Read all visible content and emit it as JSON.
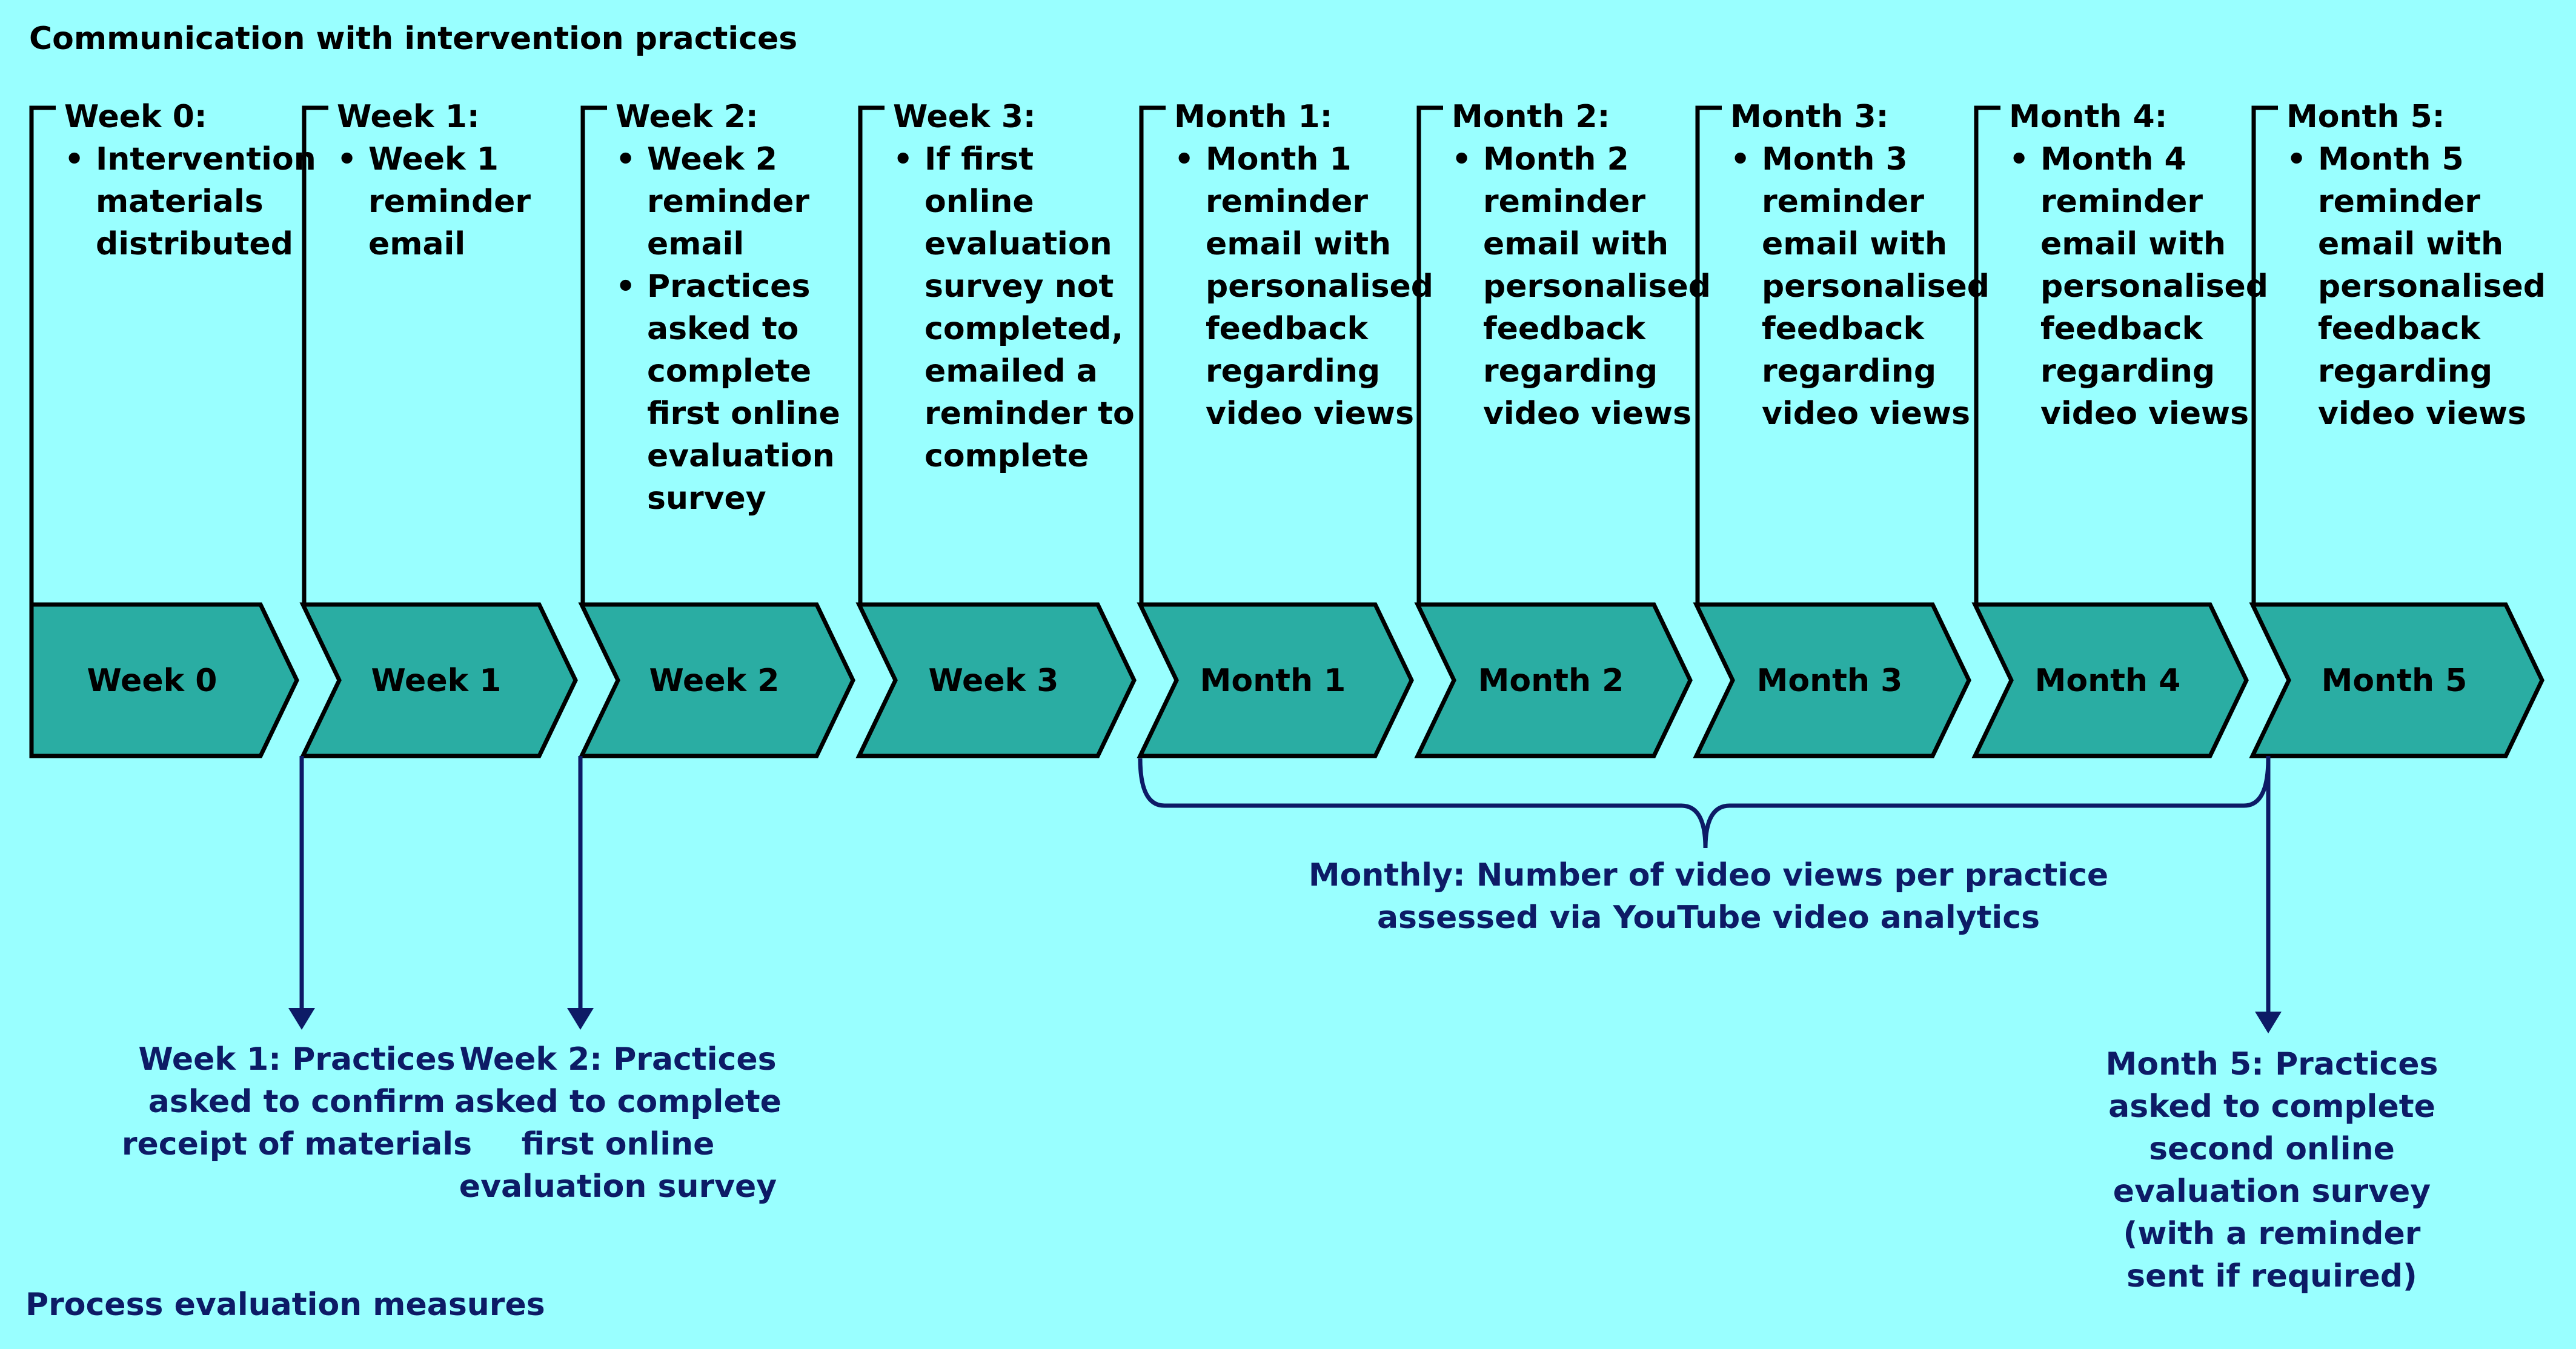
{
  "headings": {
    "top": "Communication with intervention practices",
    "bottom": "Process evaluation measures"
  },
  "timeline": [
    {
      "label": "Week 0",
      "heading": "Week 0:",
      "items": [
        "Intervention\nmaterials\ndistributed"
      ]
    },
    {
      "label": "Week 1",
      "heading": "Week 1:",
      "items": [
        "Week 1\nreminder\nemail"
      ]
    },
    {
      "label": "Week 2",
      "heading": "Week 2:",
      "items": [
        "Week 2\nreminder\nemail",
        "Practices\nasked to\ncomplete\nfirst online\nevaluation\nsurvey"
      ]
    },
    {
      "label": "Week 3",
      "heading": "Week 3:",
      "items": [
        "If first online\nevaluation\nsurvey not\ncompleted,\nemailed a\nreminder to\ncomplete"
      ]
    },
    {
      "label": "Month 1",
      "heading": "Month 1:",
      "items": [
        "Month 1\nreminder\nemail with\npersonalised\nfeedback\nregarding\nvideo views"
      ]
    },
    {
      "label": "Month 2",
      "heading": "Month 2:",
      "items": [
        "Month 2\nreminder\nemail with\npersonalised\nfeedback\nregarding\nvideo views"
      ]
    },
    {
      "label": "Month 3",
      "heading": "Month 3:",
      "items": [
        "Month 3\nreminder\nemail with\npersonalised\nfeedback\nregarding\nvideo views"
      ]
    },
    {
      "label": "Month 4",
      "heading": "Month 4:",
      "items": [
        "Month 4\nreminder\nemail with\npersonalised\nfeedback\nregarding\nvideo views"
      ]
    },
    {
      "label": "Month 5",
      "heading": "Month 5:",
      "items": [
        "Month 5\nreminder\nemail with\npersonalised\nfeedback\nregarding\nvideo views"
      ]
    }
  ],
  "measures": {
    "week1": "Week 1: Practices\nasked to confirm\nreceipt of materials",
    "week2": "Week 2: Practices\nasked to complete\nfirst online\nevaluation survey",
    "monthly": "Monthly: Number of video views per practice\nassessed via YouTube video analytics",
    "month5": "Month 5: Practices\nasked to complete\nsecond online\nevaluation survey\n(with a reminder\nsent if required)"
  },
  "colors": {
    "background": "#99ffff",
    "arrow_fill": "#2aada3",
    "stroke": "#000000",
    "measure": "#0d1b66"
  }
}
